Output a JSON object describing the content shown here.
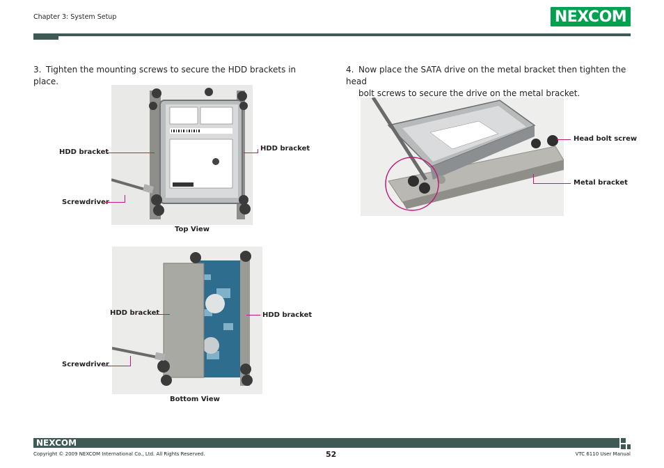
{
  "header": {
    "chapter": "Chapter 3: System Setup",
    "logo": "NEXCOM"
  },
  "steps": {
    "step3": {
      "number": "3.",
      "text": "Tighten the mounting screws to secure the HDD brackets in place."
    },
    "step4": {
      "number": "4.",
      "line1": "Now place the SATA drive on the metal bracket then tighten the head",
      "line2": "bolt screws to secure the drive on the metal bracket."
    }
  },
  "figures": {
    "top_view": {
      "caption": "Top View",
      "callouts": {
        "left_bracket": "HDD bracket",
        "right_bracket": "HDD bracket",
        "screwdriver": "Screwdriver"
      }
    },
    "bottom_view": {
      "caption": "Bottom View",
      "callouts": {
        "left_bracket": "HDD bracket",
        "right_bracket": "HDD bracket",
        "screwdriver": "Screwdriver"
      }
    },
    "side_view": {
      "callouts": {
        "head_bolt": "Head bolt screw",
        "metal_bracket": "Metal bracket"
      }
    }
  },
  "footer": {
    "logo": "NEXCOM",
    "copyright": "Copyright © 2009 NEXCOM International Co., Ltd. All Rights Reserved.",
    "page_number": "52",
    "manual_title": "VTC 6110 User Manual"
  },
  "colors": {
    "brand_green": "#00a24f",
    "bar_dark": "#3f5a55",
    "callout_magenta": "#c4177a"
  }
}
